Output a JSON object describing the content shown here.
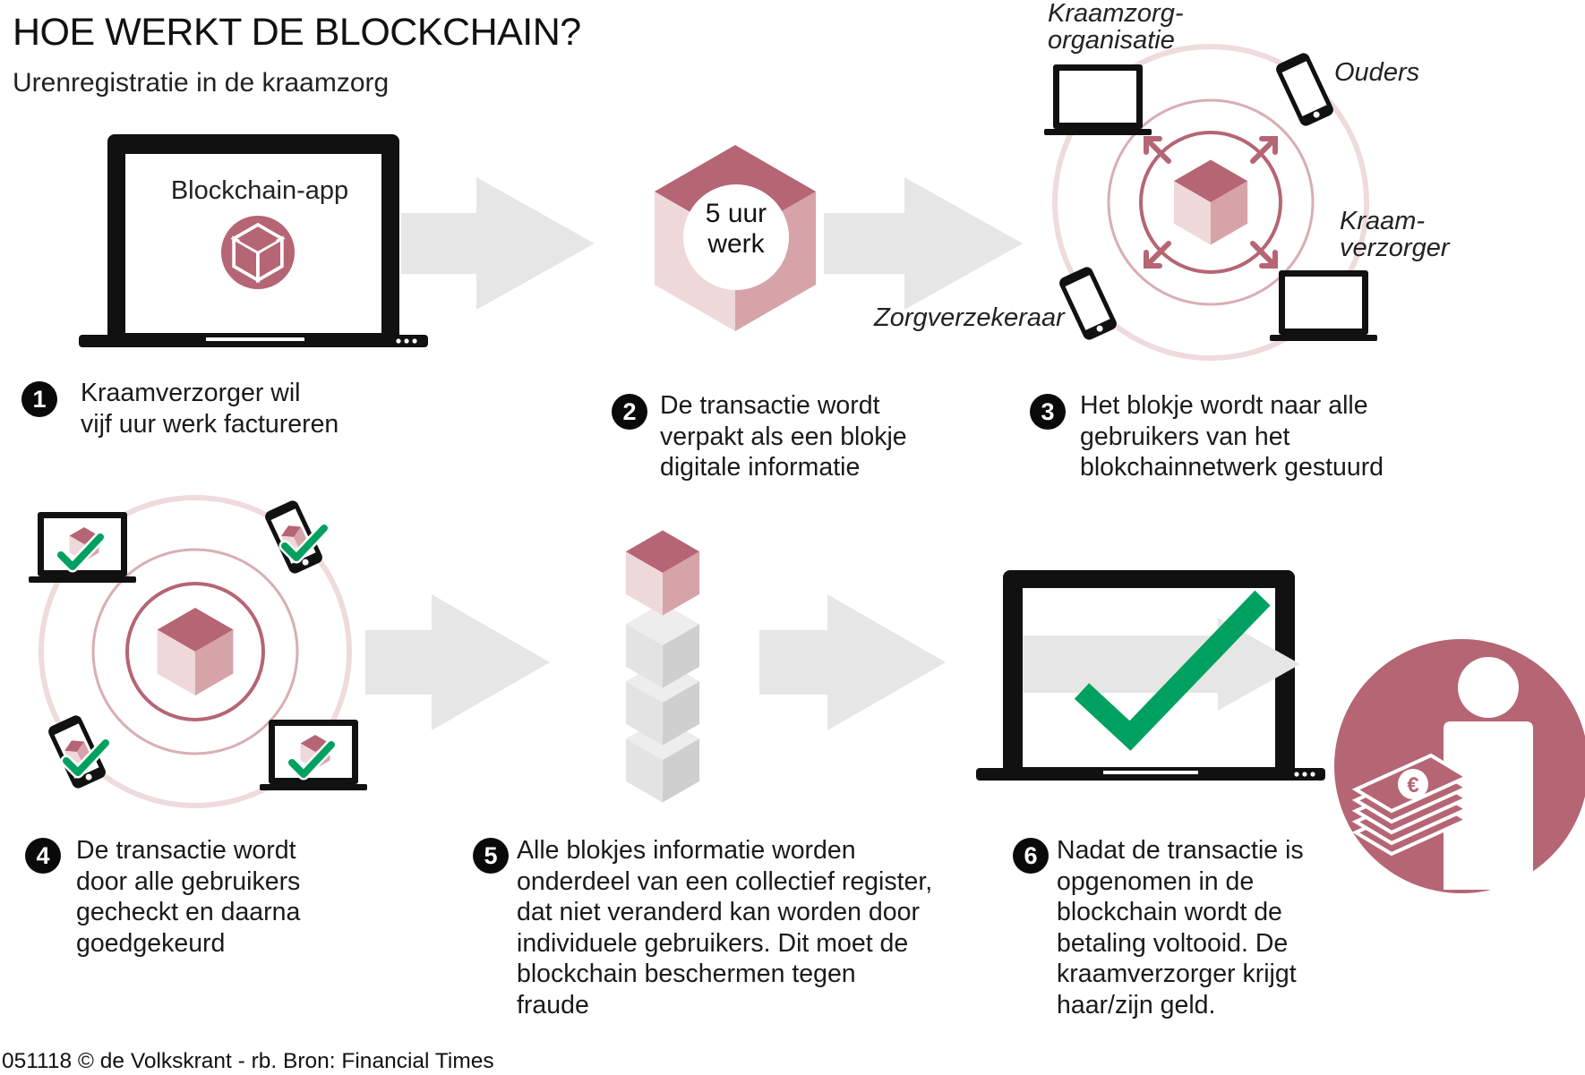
{
  "header": {
    "title": "HOE WERKT DE BLOCKCHAIN?",
    "subtitle": "Urenregistratie in de kraamzorg"
  },
  "labels": {
    "app": "Blockchain-app",
    "block": "5 uur\nwerk",
    "kraamzorg_organisatie": "Kraamzorg-\norganisatie",
    "ouders": "Ouders",
    "kraamverzorger": "Kraam-\nverzorger",
    "zorgverzekeraar": "Zorgverzekeraar"
  },
  "steps": [
    {
      "num": "1",
      "text": "Kraamverzorger wil\nvijf uur werk factureren"
    },
    {
      "num": "2",
      "text": "De transactie wordt\nverpakt als een blokje\ndigitale informatie"
    },
    {
      "num": "3",
      "text": "Het blokje wordt naar alle\ngebruikers van het\nblokchainnetwerk gestuurd"
    },
    {
      "num": "4",
      "text": "De transactie wordt\ndoor alle gebruikers\ngecheckt en daarna\ngoedgekeurd"
    },
    {
      "num": "5",
      "text": "Alle blokjes informatie worden\nonderdeel van een collectief register,\ndat niet veranderd kan worden door\nindividuele gebruikers. Dit moet de\nblockchain beschermen tegen\nfraude"
    },
    {
      "num": "6",
      "text": "Nadat de transactie is\nopgenomen in de\nblockchain wordt de\nbetaling voltooid. De\nkraamverzorger krijgt\nhaar/zijn geld."
    }
  ],
  "footer": {
    "credit": "051118 © de Volkskrant - rb. Bron: Financial Times"
  },
  "icons": [
    "laptop-icon",
    "blockchain-cube-icon",
    "phone-icon",
    "checkmark-icon",
    "euro-money-icon",
    "person-icon",
    "arrow-icon"
  ],
  "colors": {
    "accent": "#b56574",
    "cube_top": "#b56574",
    "cube_left": "#eed8da",
    "cube_right": "#d6a3a9",
    "ring": "#e2c0c4",
    "check": "#00a160",
    "arrow": "#e6e6e6",
    "grey_block": "#d9d9d9"
  }
}
